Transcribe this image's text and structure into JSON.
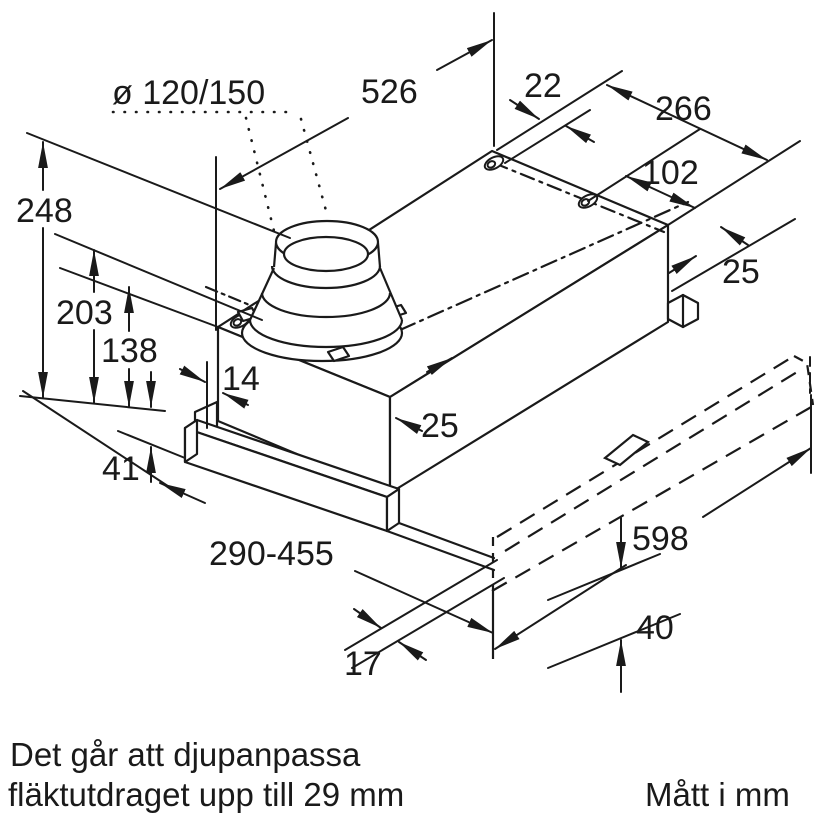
{
  "colors": {
    "ink": "#1a1a1a",
    "background": "#ffffff"
  },
  "drawing": {
    "title_hidden": "",
    "duct_diameter": "ø 120/150",
    "dims": {
      "total_width": "526",
      "screw_back_offset": "22",
      "screw_span": "266",
      "screw_span_front": "102",
      "front_edge_offset_right": "25",
      "total_height": "248",
      "height_to_flange": "203",
      "body_height": "138",
      "left_edge_offset": "14",
      "front_offset_mid": "25",
      "visor_rail_height": "41",
      "depth_range": "290-455",
      "visor_width": "598",
      "visor_lip_offset": "17",
      "visor_front_height": "40"
    },
    "notes": {
      "line1": "Det går att djupanpassa",
      "line2": "fläktutdraget upp till 29 mm",
      "units": "Mått i mm"
    }
  }
}
